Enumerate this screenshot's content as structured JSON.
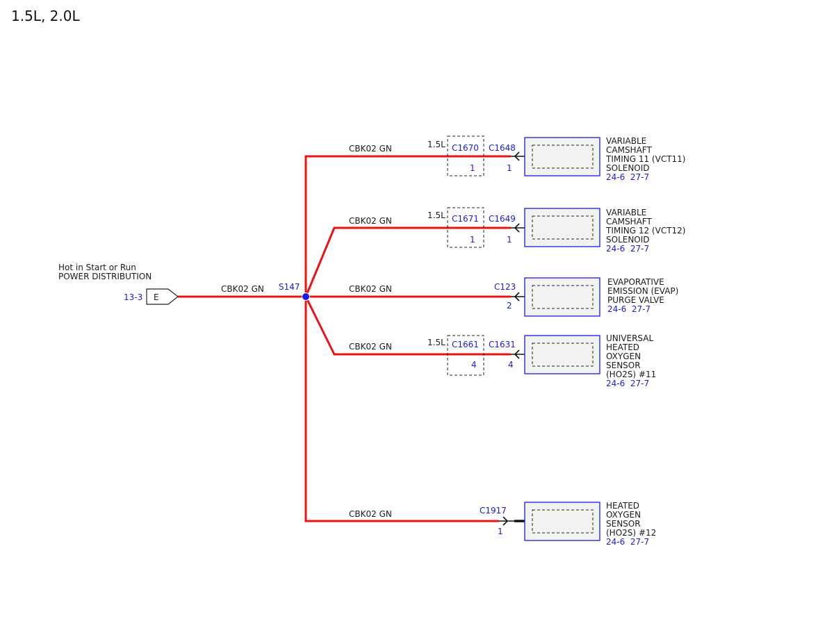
{
  "title": "1.5L, 2.0L",
  "colors": {
    "wire": "#ee1111",
    "blue": "#1a1adc",
    "component_fill": "#f2f2f2"
  },
  "source": {
    "line1": "Hot in Start or Run",
    "line2": "POWER DISTRIBUTION",
    "ref": "13-3",
    "pin": "E",
    "wire": "CBK02  GN"
  },
  "splice": "S147",
  "branches": [
    {
      "wire": "CBK02  GN",
      "inline_prefix": "1.5L",
      "inline_connector": "C1670",
      "inline_pin": "1",
      "connector": "C1648",
      "pin": "1",
      "component": [
        "VARIABLE",
        "CAMSHAFT",
        "TIMING 11 (VCT11)",
        "SOLENOID"
      ],
      "refs": "24-6  27-7"
    },
    {
      "wire": "CBK02  GN",
      "inline_prefix": "1.5L",
      "inline_connector": "C1671",
      "inline_pin": "1",
      "connector": "C1649",
      "pin": "1",
      "component": [
        "VARIABLE",
        "CAMSHAFT",
        "TIMING 12 (VCT12)",
        "SOLENOID"
      ],
      "refs": "24-6  27-7"
    },
    {
      "wire": "CBK02  GN",
      "connector": "C123",
      "pin": "2",
      "component": [
        "EVAPORATIVE",
        "EMISSION (EVAP)",
        "PURGE VALVE"
      ],
      "refs": "24-6  27-7"
    },
    {
      "wire": "CBK02  GN",
      "inline_prefix": "1.5L",
      "inline_connector": "C1661",
      "inline_pin": "4",
      "connector": "C1631",
      "pin": "4",
      "component": [
        "UNIVERSAL",
        "HEATED",
        "OXYGEN",
        "SENSOR",
        "(HO2S) #11"
      ],
      "refs": "24-6  27-7"
    },
    {
      "wire": "CBK02  GN",
      "connector": "C1917",
      "pin": "1",
      "component": [
        "HEATED",
        "OXYGEN",
        "SENSOR",
        "(HO2S) #12"
      ],
      "refs": "24-6  27-7"
    }
  ]
}
